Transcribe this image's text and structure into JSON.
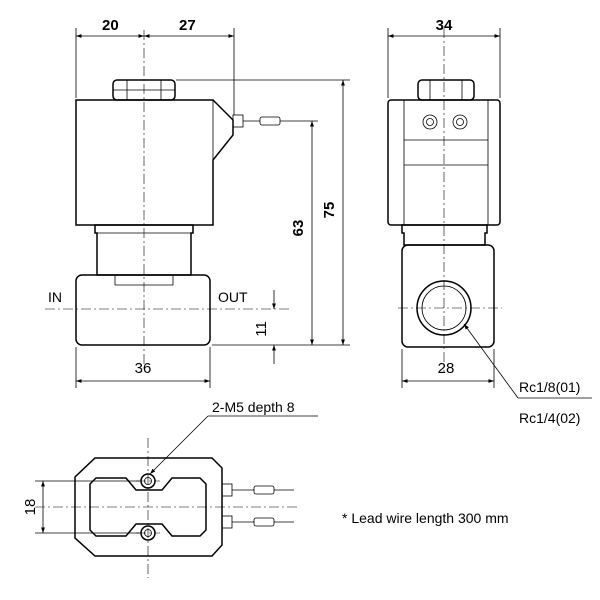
{
  "dimensions": {
    "top_left": "20",
    "top_right": "27",
    "side_top": "34",
    "height_63": "63",
    "height_75": "75",
    "offset_11": "11",
    "width_36": "36",
    "width_28": "28",
    "bottom_18": "18"
  },
  "labels": {
    "in": "IN",
    "out": "OUT",
    "thread_callout": "2-M5 depth 8",
    "port_01": "Rc1/8(01)",
    "port_02": "Rc1/4(02)"
  },
  "notes": {
    "lead_wire": "* Lead wire length 300 mm"
  }
}
